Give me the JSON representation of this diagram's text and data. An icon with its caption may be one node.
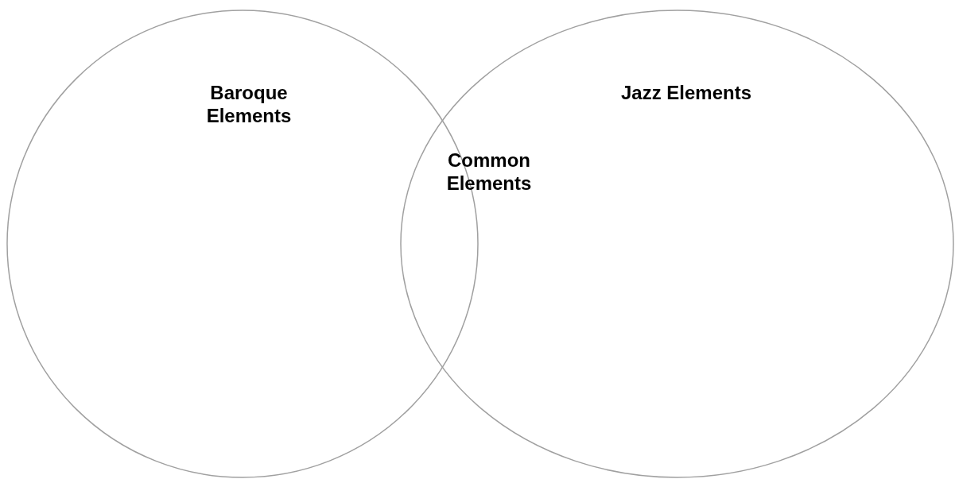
{
  "diagram": {
    "nodes": [
      {
        "text": [
          "Baroque Elements"
        ]
      },
      {
        "text": [
          "Jazz Elements"
        ]
      }
    ],
    "edges": [],
    "labels": [
      "Common Elements"
    ]
  }
}
